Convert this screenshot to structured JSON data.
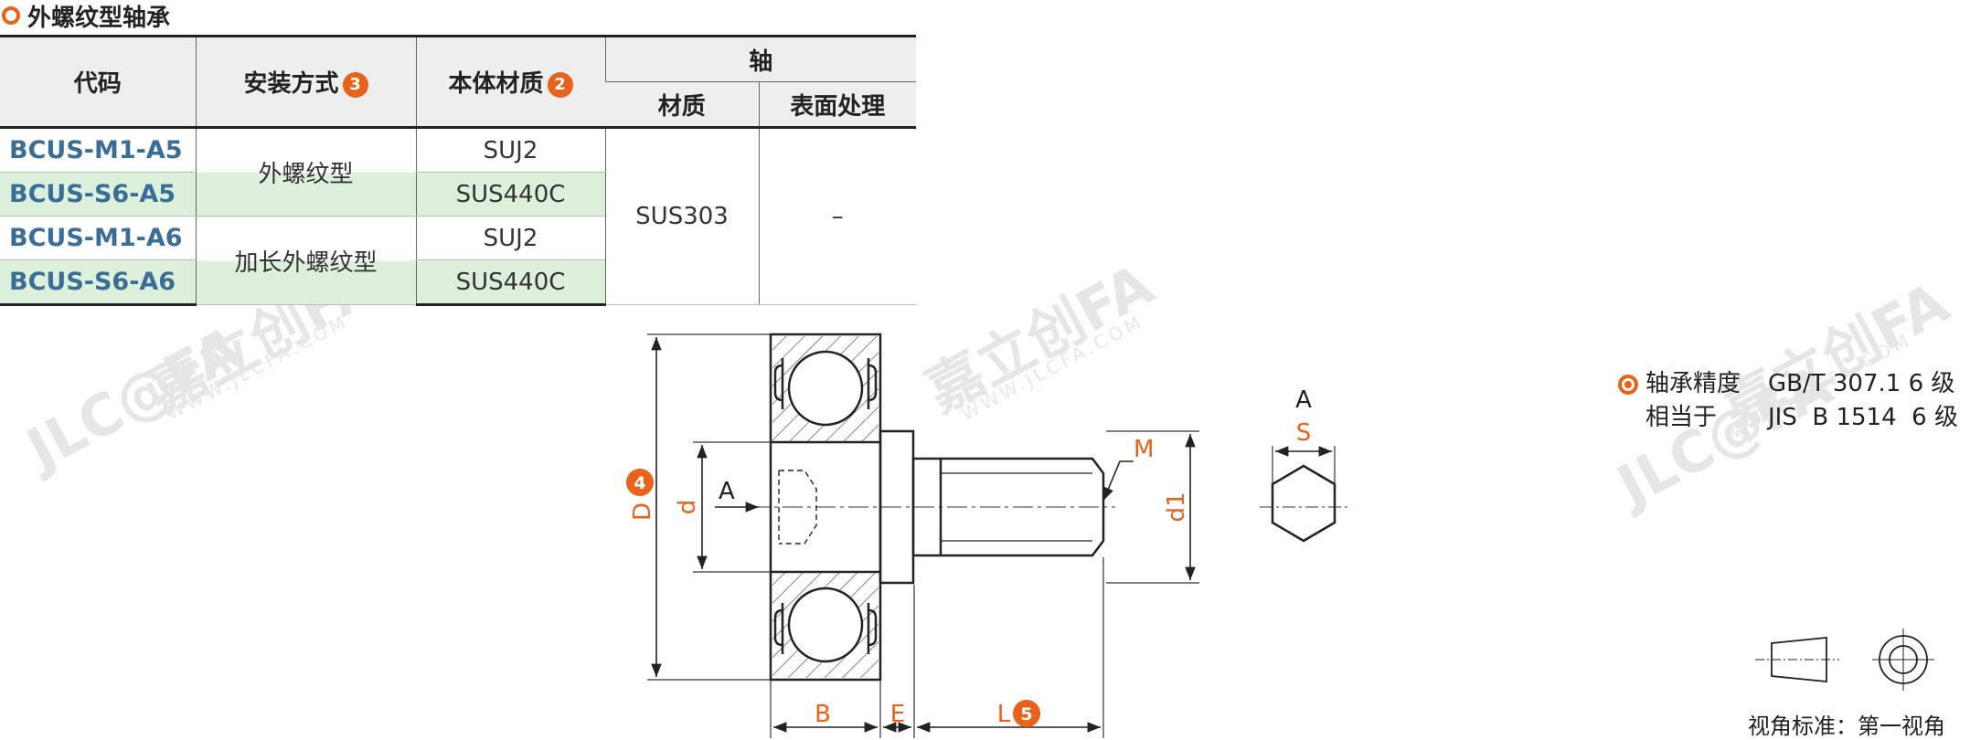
{
  "title": "外螺纹型轴承",
  "table": {
    "headers": {
      "code": "代码",
      "mount": "安装方式",
      "mount_badge": "3",
      "material": "本体材质",
      "material_badge": "2",
      "shaft": "轴",
      "shaft_material": "材质",
      "shaft_surface": "表面处理"
    },
    "rows": [
      {
        "code": "BCUS-M1-A5",
        "material": "SUJ2"
      },
      {
        "code": "BCUS-S6-A5",
        "material": "SUS440C"
      },
      {
        "code": "BCUS-M1-A6",
        "material": "SUJ2"
      },
      {
        "code": "BCUS-S6-A6",
        "material": "SUS440C"
      }
    ],
    "mount_groups": [
      "外螺纹型",
      "加长外螺纹型"
    ],
    "shaft_material_value": "SUS303",
    "shaft_surface_value": "–"
  },
  "drawing": {
    "labels": {
      "D": "D",
      "D_badge": "4",
      "d": "d",
      "A": "A",
      "M": "M",
      "d1": "d1",
      "B": "B",
      "E": "E",
      "L": "L",
      "L_badge": "5",
      "S": "S",
      "view_A": "A"
    }
  },
  "precision": {
    "label1": "轴承精度",
    "value1": "GB/T 307.1 6 级",
    "label2": "相当于",
    "value2": "JIS  B 1514  6 级"
  },
  "view_caption": "视角标准：第一视角",
  "watermark": {
    "brand": "嘉立创FA",
    "url": "WWW.JLCFA.COM",
    "logo": "JLC@FA"
  },
  "colors": {
    "accent": "#e8621a",
    "code_blue": "#3a6e96",
    "row_green": "#dcf0dc"
  }
}
